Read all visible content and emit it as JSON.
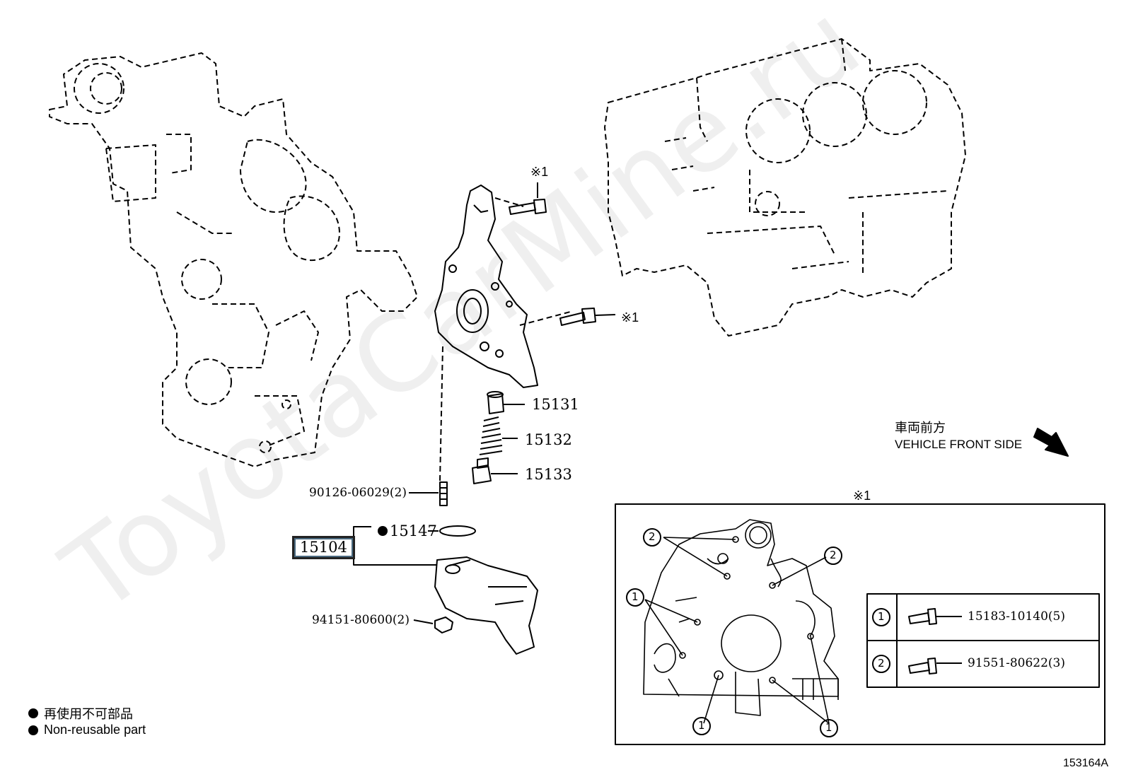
{
  "watermark": "ToyotaCarMine.ru",
  "figure_code": "153164A",
  "direction": {
    "jp": "車両前方",
    "en": "VEHICLE FRONT SIDE"
  },
  "asterisk_mark": "※1",
  "parts": {
    "p15131": "15131",
    "p15132": "15132",
    "p15133": "15133",
    "stud": "90126-06029(2)",
    "p15147": "15147",
    "p15104": "15104",
    "nut": "94151-80600(2)"
  },
  "inset": {
    "title": "※1",
    "callout1": "1",
    "callout2": "2",
    "table": [
      {
        "key": "1",
        "part": "15183-10140(5)"
      },
      {
        "key": "2",
        "part": "91551-80622(3)"
      }
    ]
  },
  "legend": {
    "jp": "再使用不可部品",
    "en": "Non-reusable part"
  }
}
